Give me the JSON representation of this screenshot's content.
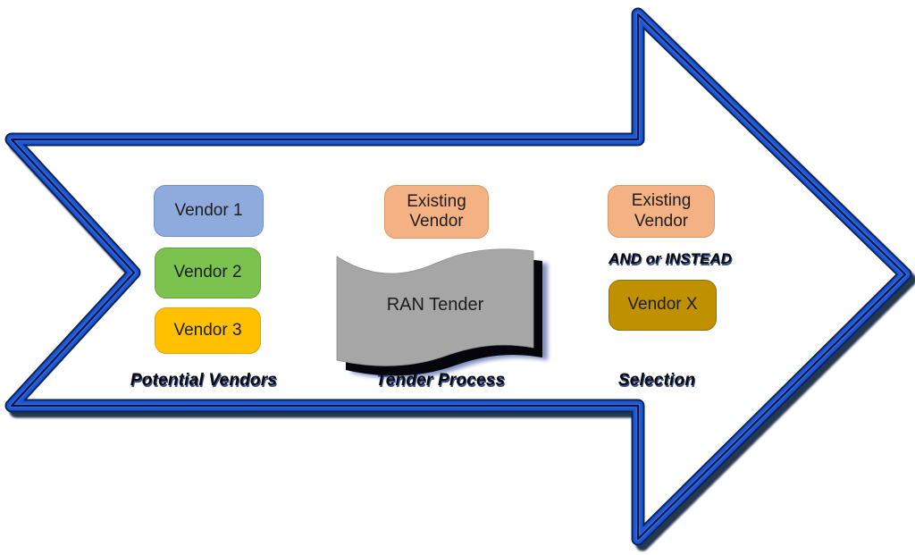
{
  "boxes": {
    "vendor1": {
      "label": "Vendor 1",
      "fill": "#8FAADC"
    },
    "vendor2": {
      "label": "Vendor 2",
      "fill": "#7CC24E"
    },
    "vendor3": {
      "label": "Vendor 3",
      "fill": "#FFC000"
    },
    "existing_vendor_mid": {
      "label": "Existing Vendor",
      "fill": "#F4B183"
    },
    "existing_vendor_right": {
      "label": "Existing Vendor",
      "fill": "#F4B183"
    },
    "vendor_x": {
      "label": "Vendor X",
      "fill": "#BF9000"
    }
  },
  "wave": {
    "label": "RAN Tender",
    "fill": "#A6A6A6"
  },
  "connector": {
    "label": "AND or INSTEAD"
  },
  "stage_labels": {
    "potential": "Potential Vendors",
    "tender": "Tender Process",
    "selection": "Selection"
  },
  "arrow_colors": {
    "band_blue": "#1E55D4",
    "edge_navy": "#0A2455",
    "center_line": "#07183F",
    "shadow": "#051230",
    "interior": "#FFFFFF"
  }
}
